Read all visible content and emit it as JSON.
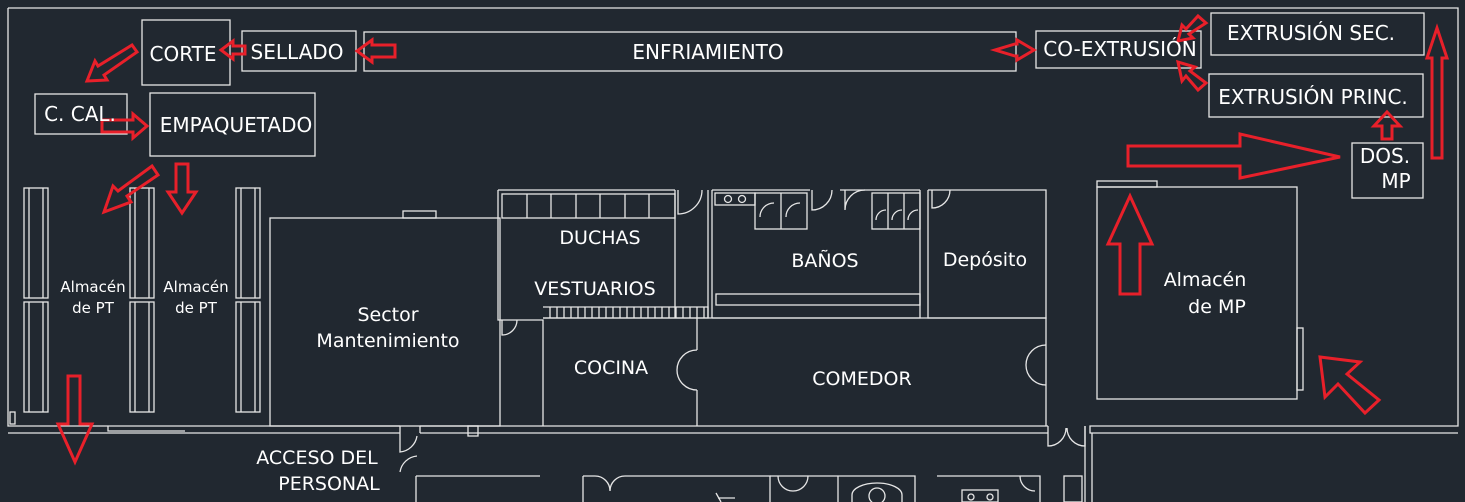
{
  "colors": {
    "background": "#212830",
    "line": "#e6e6e6",
    "arrow": "#e8202a",
    "text": "#ffffff"
  },
  "process": {
    "corte": "CORTE",
    "sellado": "SELLADO",
    "enfriamiento": "ENFRIAMIENTO",
    "coextrusion": "CO-EXTRUSIÓN",
    "extrusion_sec": "EXTRUSIÓN SEC.",
    "extrusion_princ": "EXTRUSIÓN PRINC.",
    "dos_mp_line1": "DOS.",
    "dos_mp_line2": "MP",
    "c_cal": "C. CAL.",
    "empaquetado": "EMPAQUETADO"
  },
  "rooms": {
    "almacen_pt_1": [
      "Almacén",
      "de PT"
    ],
    "almacen_pt_2": [
      "Almacén",
      "de PT"
    ],
    "mantenimiento": [
      "Sector",
      "Mantenimiento"
    ],
    "duchas": "DUCHAS",
    "vestuarios": "VESTUARIOS",
    "banos": "BAÑOS",
    "deposito": "Depósito",
    "cocina": "COCINA",
    "comedor": "COMEDOR",
    "almacen_mp": [
      "Almacén",
      "de MP"
    ],
    "acceso": [
      "ACCESO DEL",
      "PERSONAL"
    ]
  }
}
